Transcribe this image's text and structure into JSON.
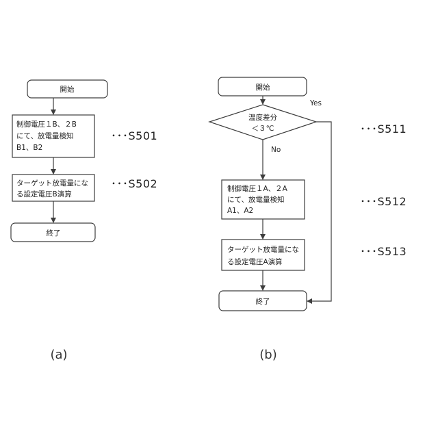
{
  "diagram_a": {
    "start_label": "開始",
    "step1_lines": [
      "制御電圧１B、２B",
      "にて、放電量検知",
      "B1、B2"
    ],
    "step2_lines": [
      "ターゲット放電量にな",
      "る設定電圧B演算"
    ],
    "end_label": "終了",
    "step1_id": "･･･S501",
    "step2_id": "･･･S502",
    "caption": "(a)"
  },
  "diagram_b": {
    "start_label": "開始",
    "decision_lines": [
      "温度差分",
      "＜３℃"
    ],
    "yes_label": "Yes",
    "no_label": "No",
    "step1_lines": [
      "制御電圧１A、２A",
      "にて、放電量検知",
      "A1、A2"
    ],
    "step2_lines": [
      "ターゲット放電量にな",
      "る設定電圧A演算"
    ],
    "end_label": "終了",
    "decision_id": "･･･S511",
    "step1_id": "･･･S512",
    "step2_id": "･･･S513",
    "caption": "(b)"
  }
}
